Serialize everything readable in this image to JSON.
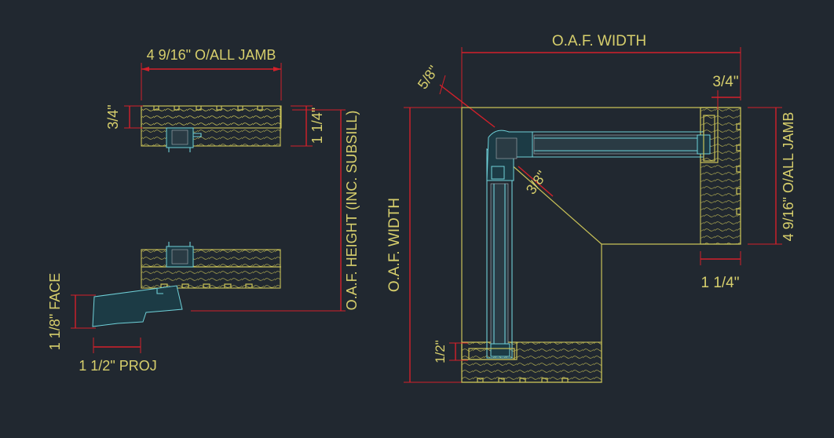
{
  "drawing": {
    "labels": {
      "jamb_top": "4 9/16\" O/ALL JAMB",
      "three_quarter_left": "3/4\"",
      "one_quarter_right": "1 1/4\"",
      "oaf_height": "O.A.F. HEIGHT (INC. SUBSILL)",
      "face": "1 1/8\" FACE",
      "proj": "1 1/2\" PROJ",
      "oaf_width_top": "O.A.F. WIDTH",
      "oaf_width_left": "O.A.F. WIDTH",
      "five_eighths": "5/8\"",
      "three_eighths": "3/8\"",
      "three_quarter_right": "3/4\"",
      "jamb_right": "4 9/16\" O/ALL JAMB",
      "one_quarter_bottom": "1 1/4\"",
      "half": "1/2\""
    },
    "colors": {
      "background": "#212830",
      "dimension": "#d4202a",
      "outline": "#c9c257",
      "text": "#d7cf6c",
      "glass": "#6fd0d8"
    }
  }
}
